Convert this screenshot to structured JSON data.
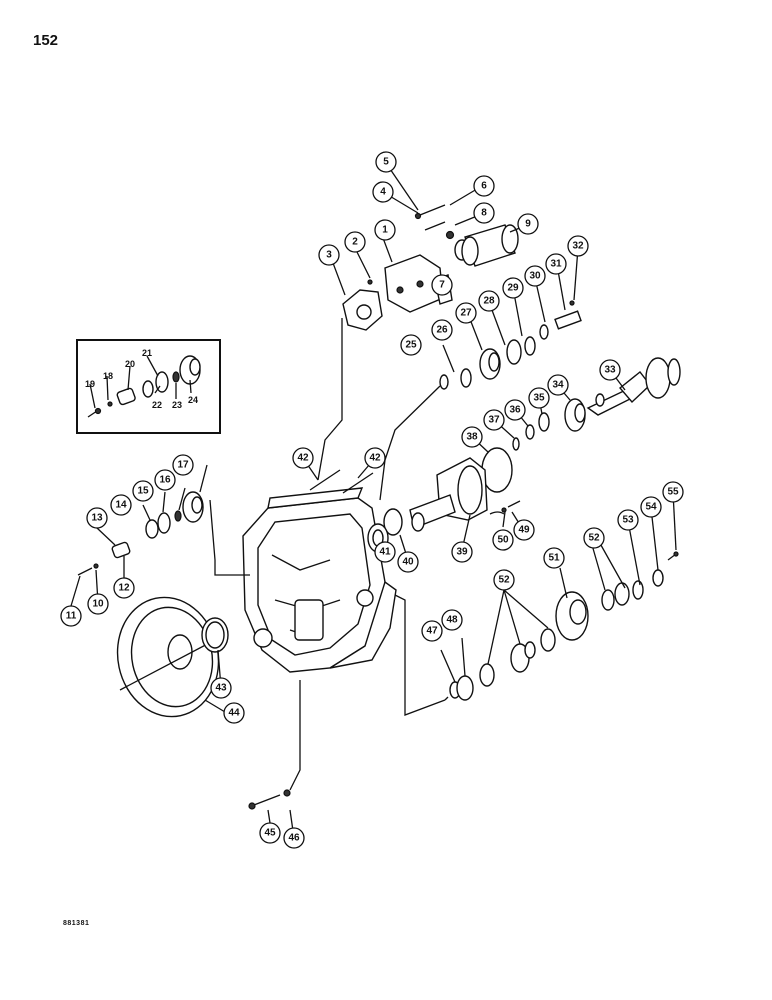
{
  "page": {
    "number": "152",
    "footer_code": "881381"
  },
  "diagram": {
    "subject": "transmission-housing-exploded-view",
    "callouts": [
      "1",
      "2",
      "3",
      "4",
      "5",
      "6",
      "7",
      "8",
      "9",
      "10",
      "11",
      "12",
      "13",
      "14",
      "15",
      "16",
      "17",
      "25",
      "26",
      "27",
      "28",
      "29",
      "30",
      "31",
      "32",
      "33",
      "34",
      "35",
      "36",
      "37",
      "38",
      "39",
      "40",
      "41",
      "42",
      "42",
      "43",
      "44",
      "45",
      "46",
      "47",
      "48",
      "49",
      "50",
      "51",
      "52",
      "52",
      "53",
      "54",
      "55"
    ],
    "inset_labels": [
      "18",
      "19",
      "20",
      "21",
      "22",
      "23",
      "24"
    ]
  }
}
